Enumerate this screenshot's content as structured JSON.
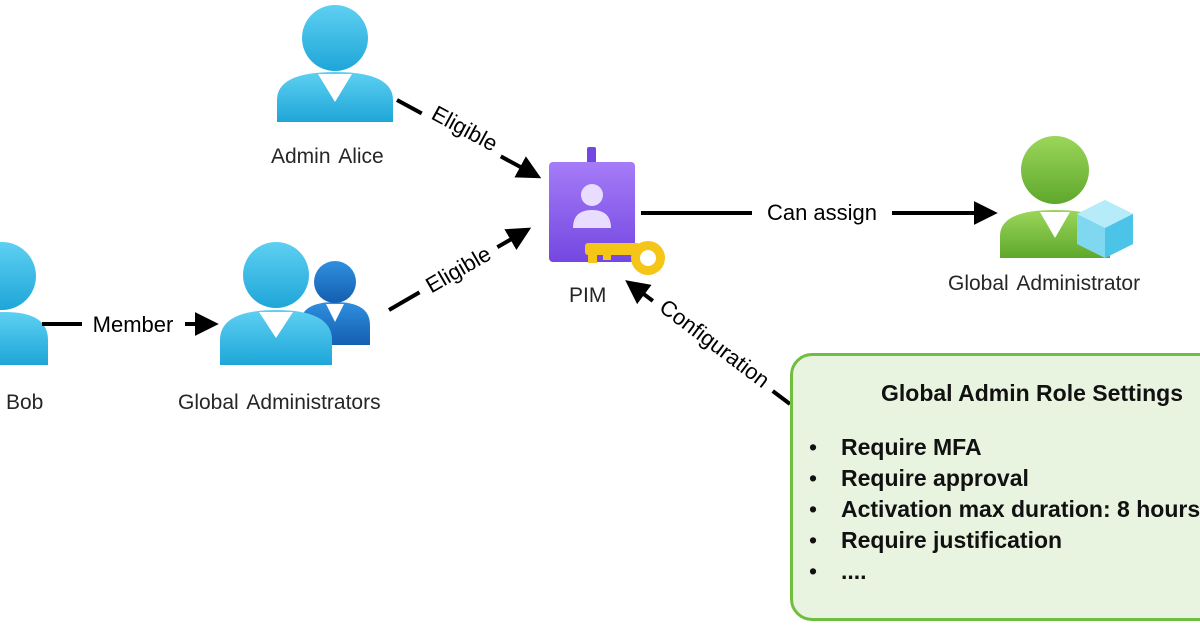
{
  "nodes": {
    "alice": "Admin  Alice",
    "bob": "Bob",
    "group": "Global  Administrators",
    "pim": "PIM",
    "role": "Global  Administrator"
  },
  "edges": {
    "alice_pim": "Eligible",
    "group_pim": "Eligible",
    "bob_group": "Member",
    "pim_role": "Can assign",
    "settings_pim": "Configuration"
  },
  "settings": {
    "title": "Global Admin Role Settings",
    "bullet": "•",
    "items": [
      "Require MFA",
      "Require approval",
      "Activation max duration: 8 hours",
      "Require justification",
      "...."
    ]
  },
  "colors": {
    "user_blue": "#3ec1ea",
    "user_green": "#7cc242",
    "group_dark": "#1f77d0",
    "pim_purple": "#8b5cf6",
    "key_yellow": "#f5c518",
    "settings_border": "#6fbf3f",
    "settings_fill": "#e8f3e0"
  }
}
